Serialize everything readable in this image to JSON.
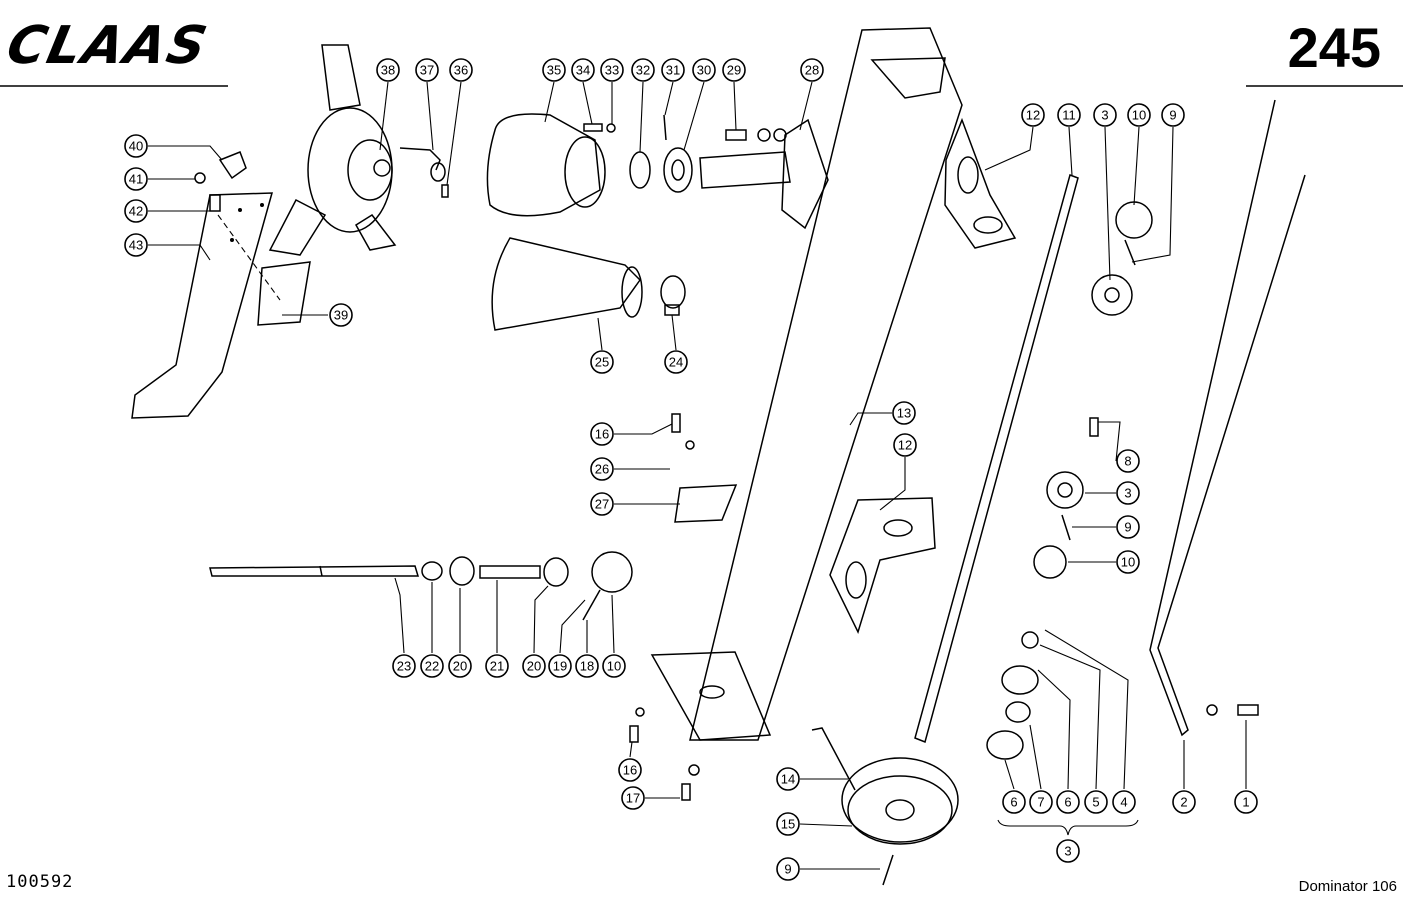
{
  "header": {
    "brand": "CLAAS",
    "page_number": "245"
  },
  "footer": {
    "reference": "100592",
    "model": "Dominator 106"
  },
  "callouts": [
    "38",
    "37",
    "36",
    "35",
    "34",
    "33",
    "32",
    "31",
    "30",
    "29",
    "28",
    "12",
    "11",
    "3",
    "10",
    "9",
    "40",
    "41",
    "42",
    "43",
    "39",
    "25",
    "24",
    "13",
    "16",
    "26",
    "27",
    "12",
    "8",
    "3",
    "9",
    "10",
    "23",
    "22",
    "20",
    "21",
    "20",
    "19",
    "18",
    "10",
    "16",
    "17",
    "14",
    "15",
    "9",
    "6",
    "7",
    "6",
    "5",
    "4",
    "2",
    "1",
    "3"
  ]
}
